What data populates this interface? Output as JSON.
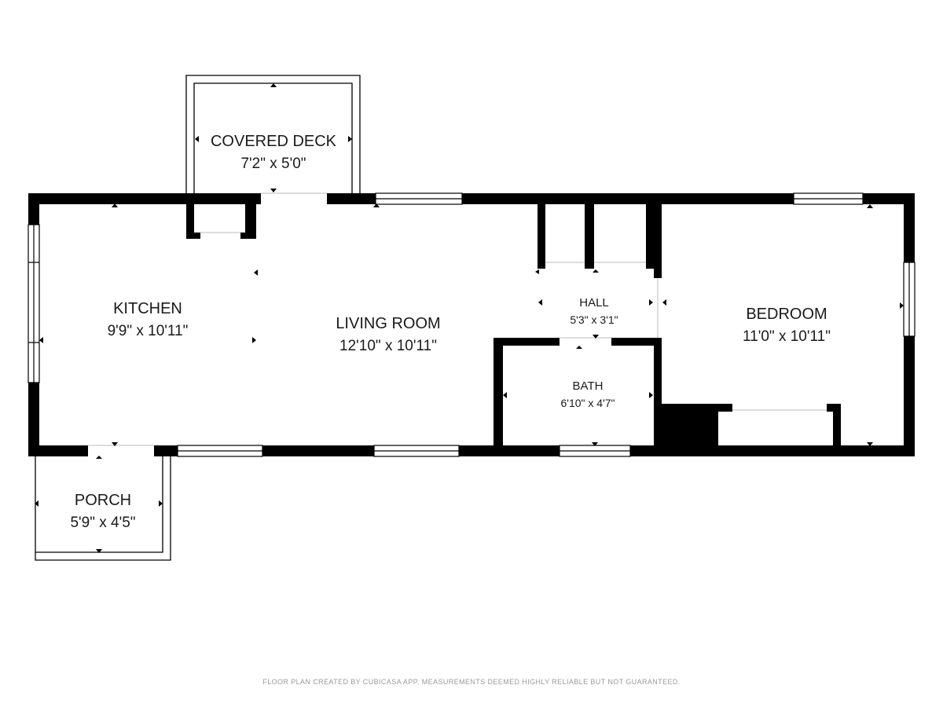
{
  "rooms": {
    "covered_deck": {
      "name": "COVERED DECK",
      "dims": "7'2\" x 5'0\""
    },
    "kitchen": {
      "name": "KITCHEN",
      "dims": "9'9\" x 10'11\""
    },
    "living_room": {
      "name": "LIVING ROOM",
      "dims": "12'10\" x 10'11\""
    },
    "hall": {
      "name": "HALL",
      "dims": "5'3\" x 3'1\""
    },
    "bath": {
      "name": "BATH",
      "dims": "6'10\" x 4'7\""
    },
    "bedroom": {
      "name": "BEDROOM",
      "dims": "11'0\" x 10'11\""
    },
    "porch": {
      "name": "PORCH",
      "dims": "5'9\" x 4'5\""
    }
  },
  "footer": "FLOOR PLAN CREATED BY CUBICASA APP. MEASUREMENTS DEEMED HIGHLY RELIABLE BUT NOT GUARANTEED.",
  "colors": {
    "wall": "#000000",
    "background": "#ffffff",
    "footer_text": "#9a9a9a"
  }
}
